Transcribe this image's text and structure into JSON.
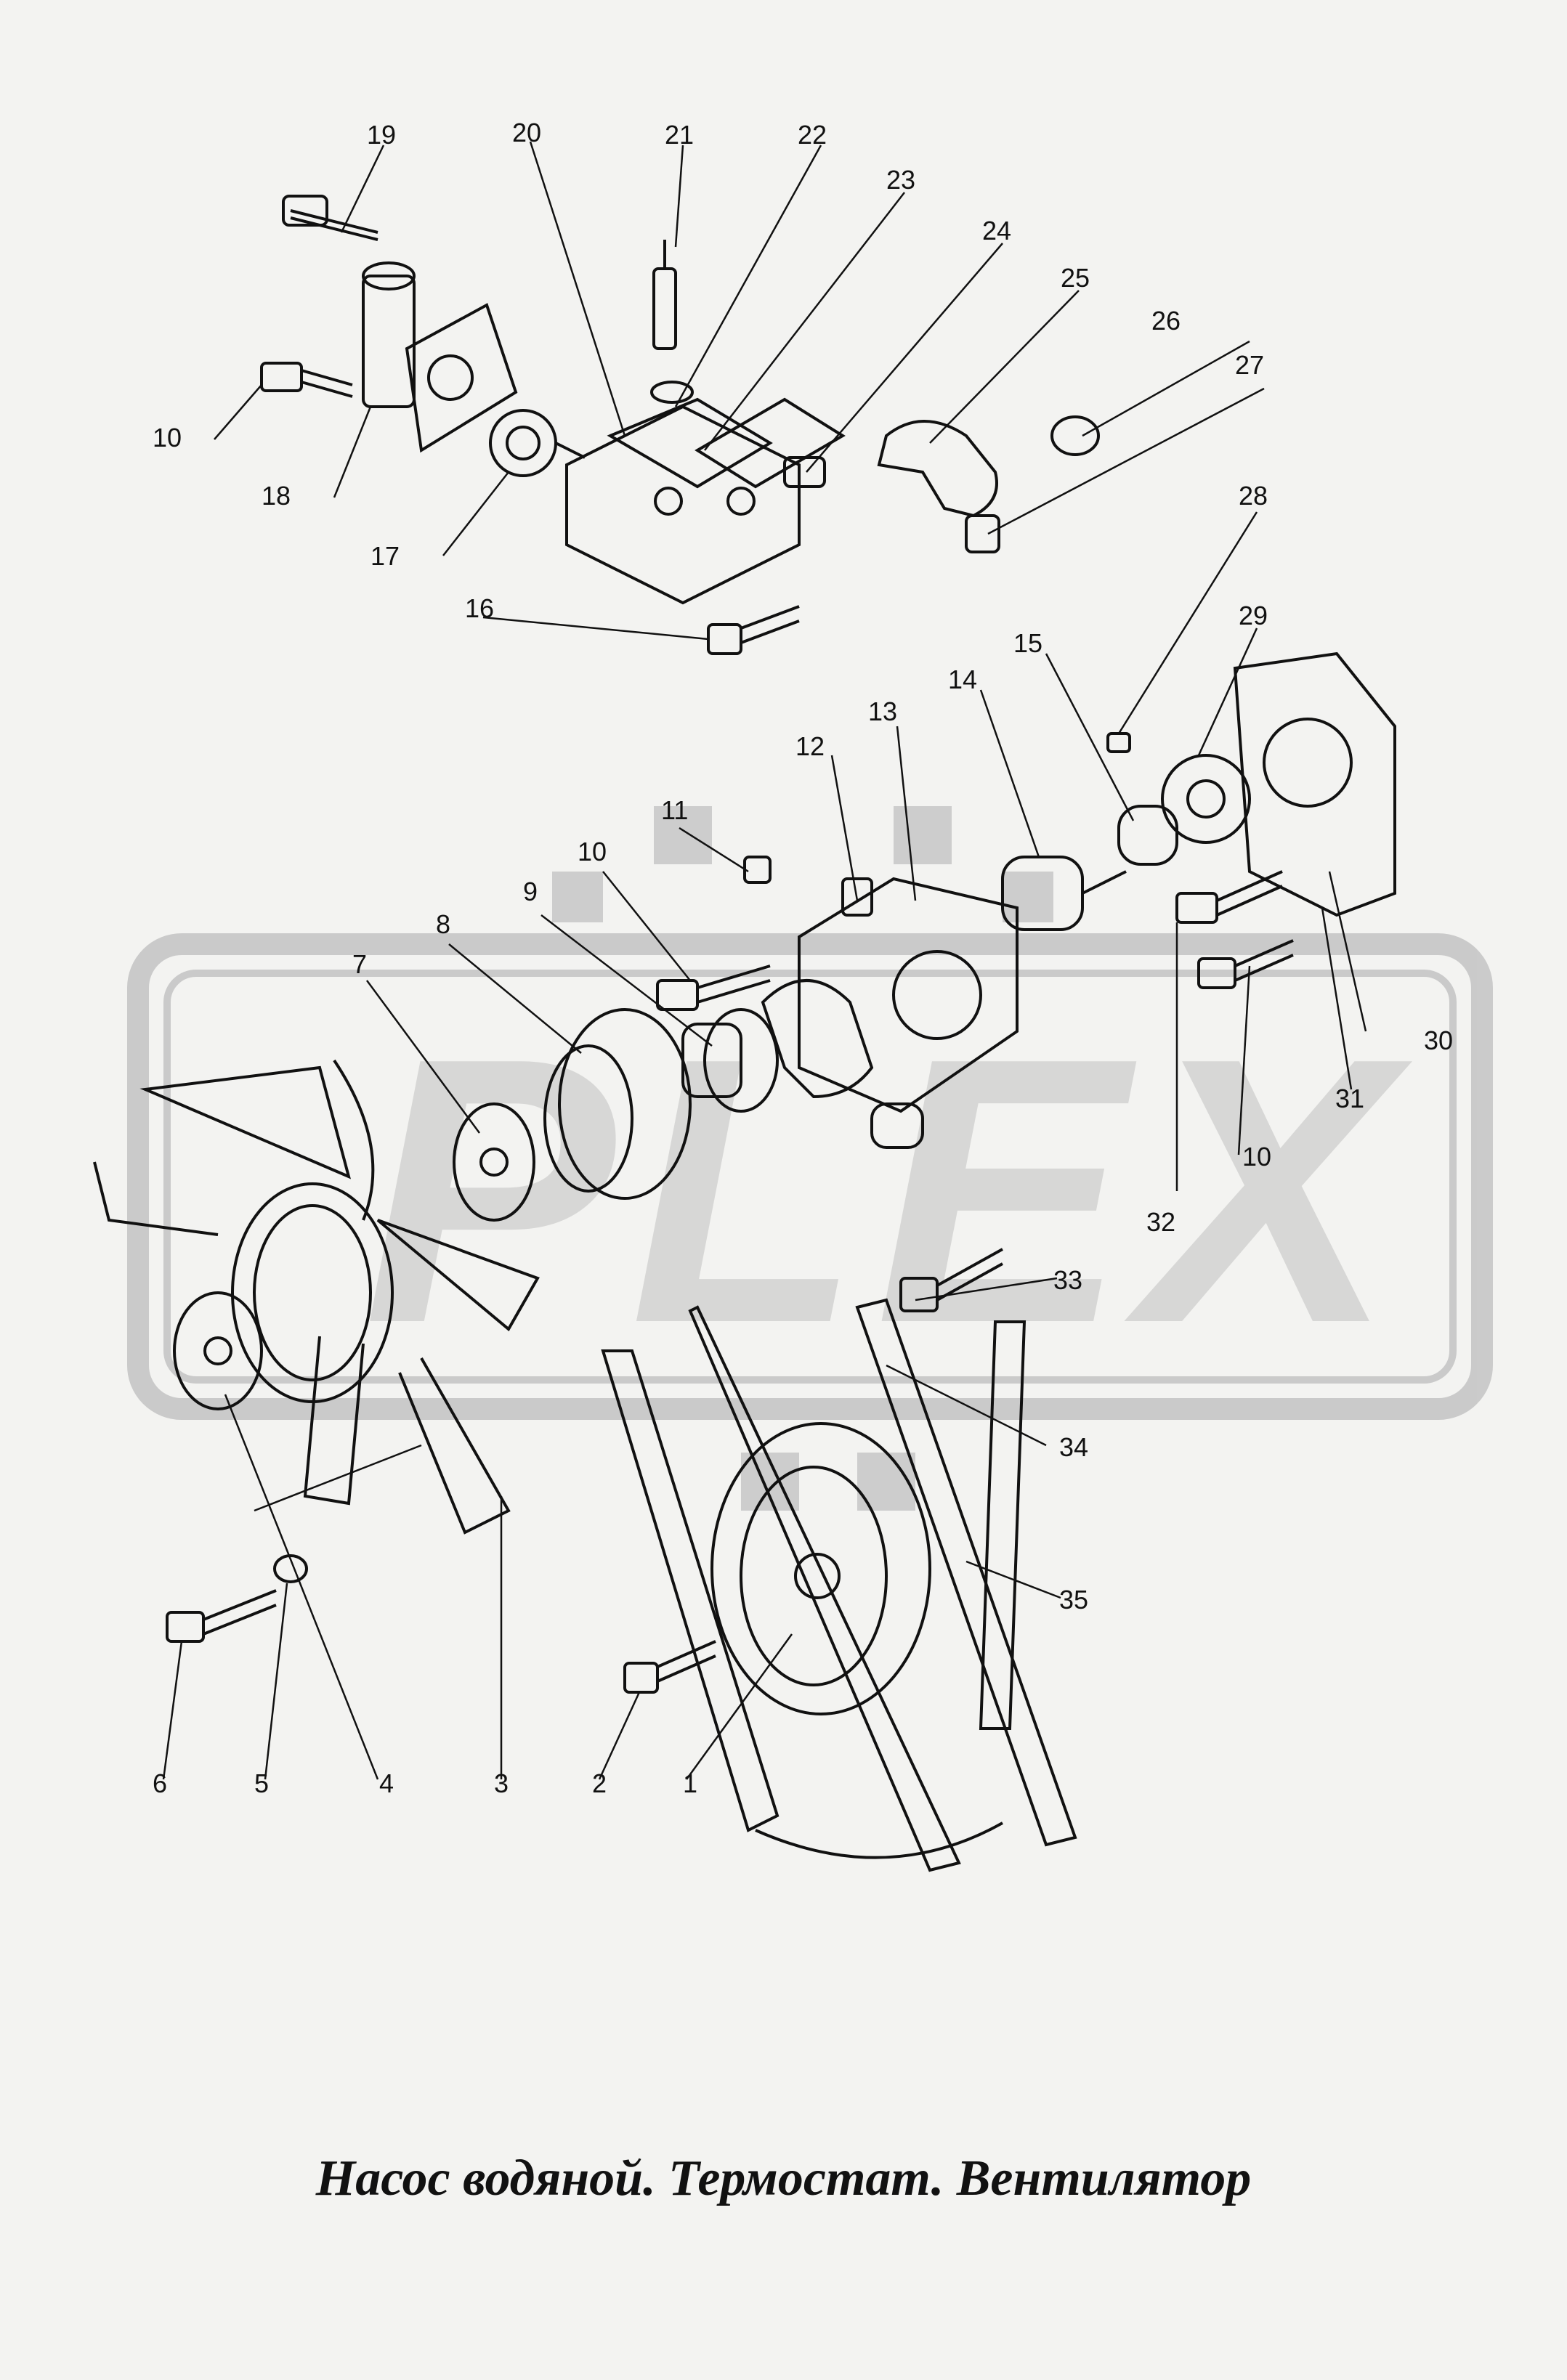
{
  "caption": "Насос водяной. Термостат. Вентилятор",
  "watermark": "PLEX",
  "callouts": [
    "1",
    "2",
    "3",
    "4",
    "5",
    "6",
    "7",
    "8",
    "9",
    "10",
    "11",
    "12",
    "13",
    "14",
    "15",
    "16",
    "17",
    "18",
    "19",
    "20",
    "21",
    "22",
    "23",
    "24",
    "25",
    "26",
    "27",
    "28",
    "29",
    "30",
    "31",
    "32",
    "33",
    "34",
    "35"
  ],
  "colors": {
    "background": "#f3f3f1",
    "ink": "#111111",
    "watermark": "#b9b9b9"
  }
}
